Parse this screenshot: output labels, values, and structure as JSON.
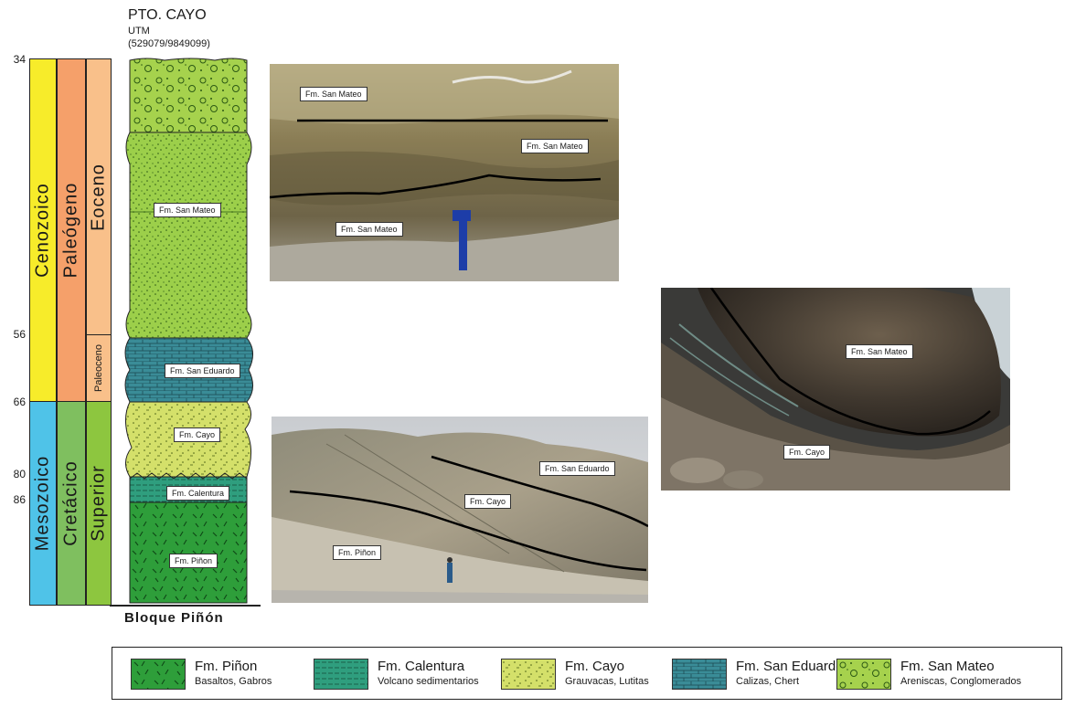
{
  "header": {
    "title": "PTO. CAYO",
    "utm_label": "UTM",
    "utm_coords": "(529079/9849099)"
  },
  "ages": [
    "34",
    "56",
    "66",
    "80",
    "86"
  ],
  "timescale": {
    "era": [
      "Cenozoico",
      "Mesozoico"
    ],
    "period": [
      "Paleógeno",
      "Cretácico"
    ],
    "epoch": [
      "Eoceno",
      "Paleoceno",
      "Superior"
    ]
  },
  "column": {
    "labels": [
      "Fm. San Mateo",
      "Fm. San Eduardo",
      "Fm. Cayo",
      "Fm. Calentura",
      "Fm. Piñon"
    ],
    "base_label": "Bloque Piñón"
  },
  "photos": {
    "photo1_labels": [
      "Fm. San Mateo",
      "Fm. San Mateo",
      "Fm. San Mateo"
    ],
    "photo2_labels": [
      "Fm. San Eduardo",
      "Fm. Cayo",
      "Fm. Piñon"
    ],
    "photo3_labels": [
      "Fm. San Mateo",
      "Fm. Cayo"
    ]
  },
  "legend": [
    {
      "name": "Fm. Piñon",
      "desc": "Basaltos, Gabros",
      "color": "#2e9e3a"
    },
    {
      "name": "Fm. Calentura",
      "desc": "Volcano sedimentarios",
      "color": "#2f9e7e"
    },
    {
      "name": "Fm. Cayo",
      "desc": "Grauvacas, Lutitas",
      "color": "#d4e06a"
    },
    {
      "name": "Fm. San Eduardo",
      "desc": "Calizas, Chert",
      "color": "#3a8c97"
    },
    {
      "name": "Fm. San Mateo",
      "desc": "Areniscas, Conglomerados",
      "color": "#9ccf4a"
    }
  ],
  "colors": {
    "cenozoico": "#f7ec2a",
    "mesozoico": "#4fc3e8",
    "paleogeno": "#f5a06a",
    "cretacico": "#7fbf5f",
    "eoceno": "#f9c08a",
    "paleoceno": "#f9c08a",
    "superior": "#8dc63f"
  }
}
